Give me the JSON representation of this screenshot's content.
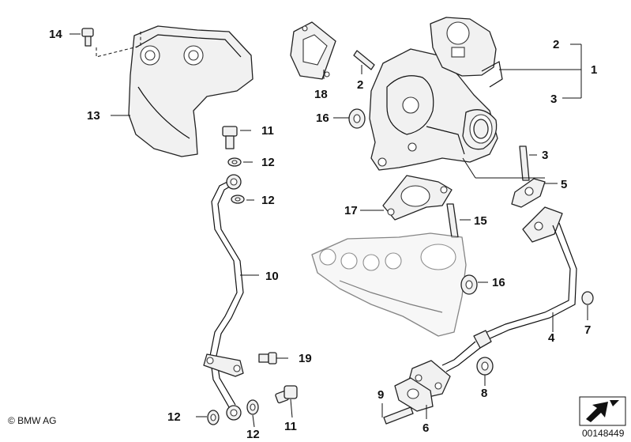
{
  "diagram": {
    "callouts": {
      "c1": "1",
      "c2a": "2",
      "c2b": "2",
      "c3a": "3",
      "c3b": "3",
      "c4": "4",
      "c5": "5",
      "c6": "6",
      "c7": "7",
      "c8": "8",
      "c9": "9",
      "c10": "10",
      "c11a": "11",
      "c11b": "11",
      "c12a": "12",
      "c12b": "12",
      "c12c": "12",
      "c12d": "12",
      "c13": "13",
      "c14": "14",
      "c15": "15",
      "c16a": "16",
      "c16b": "16",
      "c17": "17",
      "c18": "18",
      "c19": "19"
    }
  },
  "footer": {
    "copyright": "© BMW AG",
    "diagram_number": "00148449"
  }
}
